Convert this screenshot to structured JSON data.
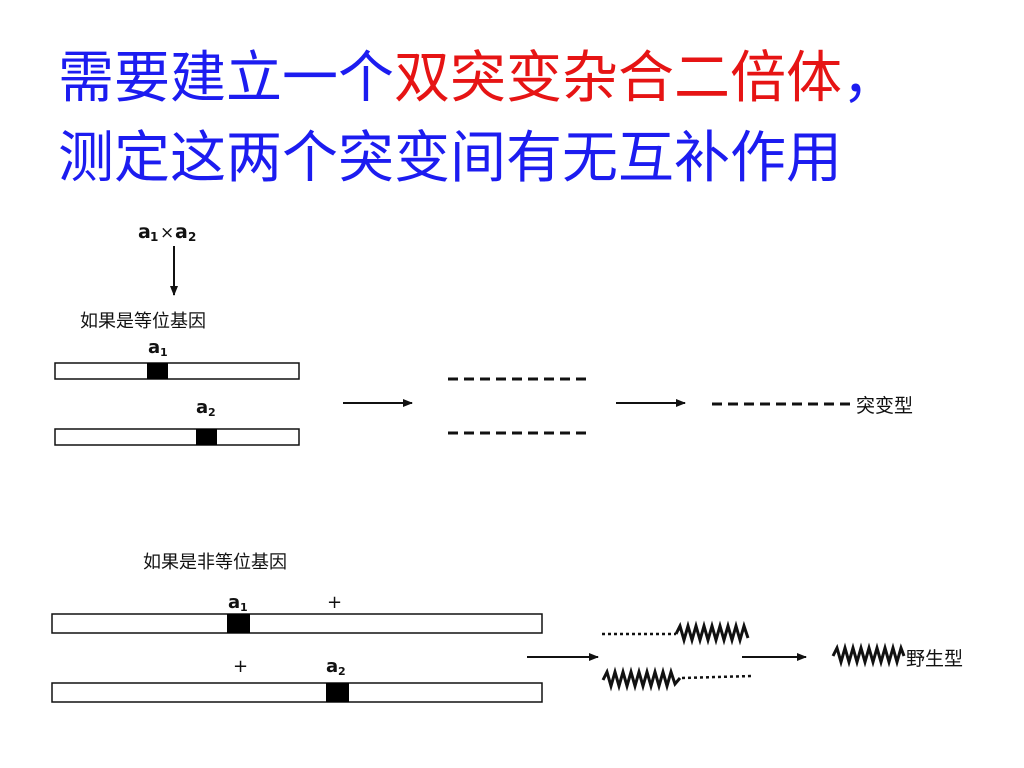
{
  "title": {
    "line1_a": "需要建立一个",
    "line1_b": "双突变杂合二倍体",
    "line1_c": "，",
    "line2": "测定这两个突变间有无互补作用",
    "color_main": "#1c1cf0",
    "color_highlight": "#e61414"
  },
  "diagram": {
    "cross": {
      "a": "a",
      "a_sub": "1",
      "times": "×",
      "b": "a",
      "b_sub": "2"
    },
    "allelic": {
      "caption": "如果是等位基因",
      "chrom1_label": "a",
      "chrom1_sub": "1",
      "chrom2_label": "a",
      "chrom2_sub": "2",
      "result": "突变型"
    },
    "nonallelic": {
      "caption": "如果是非等位基因",
      "chrom1_label": "a",
      "chrom1_sub": "1",
      "chrom1_plus": "+",
      "chrom2_plus": "+",
      "chrom2_label": "a",
      "chrom2_sub": "2",
      "result": "野生型"
    }
  }
}
